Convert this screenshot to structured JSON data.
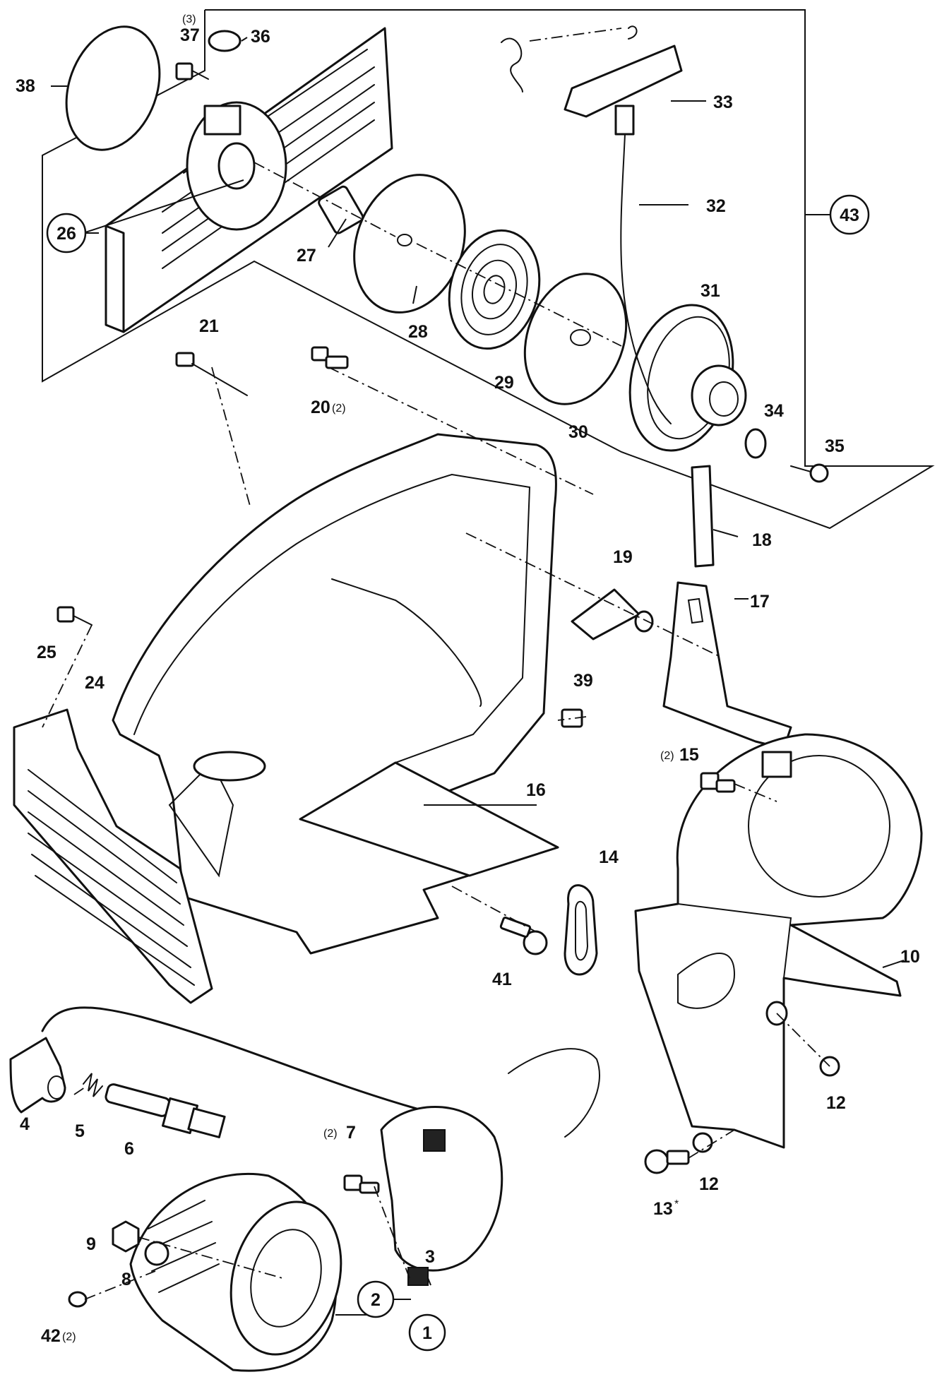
{
  "labels": {
    "p1": "1",
    "p2": "2",
    "p3": "3",
    "p4": "4",
    "p5": "5",
    "p6": "6",
    "p7": "7",
    "p7q": "(2)",
    "p8": "8",
    "p9": "9",
    "p10": "10",
    "p12a": "12",
    "p12b": "12",
    "p13": "13",
    "p13star": "*",
    "p14": "14",
    "p15": "15",
    "p15q": "(2)",
    "p16": "16",
    "p17": "17",
    "p18": "18",
    "p19": "19",
    "p20": "20",
    "p20q": "(2)",
    "p21": "21",
    "p24": "24",
    "p25": "25",
    "p26": "26",
    "p27": "27",
    "p28": "28",
    "p29": "29",
    "p30": "30",
    "p31": "31",
    "p32": "32",
    "p33": "33",
    "p34": "34",
    "p35": "35",
    "p36": "36",
    "p37": "37",
    "p37q": "(3)",
    "p38": "38",
    "p39": "39",
    "p41": "41",
    "p42": "42",
    "p42q": "(2)",
    "p43": "43"
  }
}
